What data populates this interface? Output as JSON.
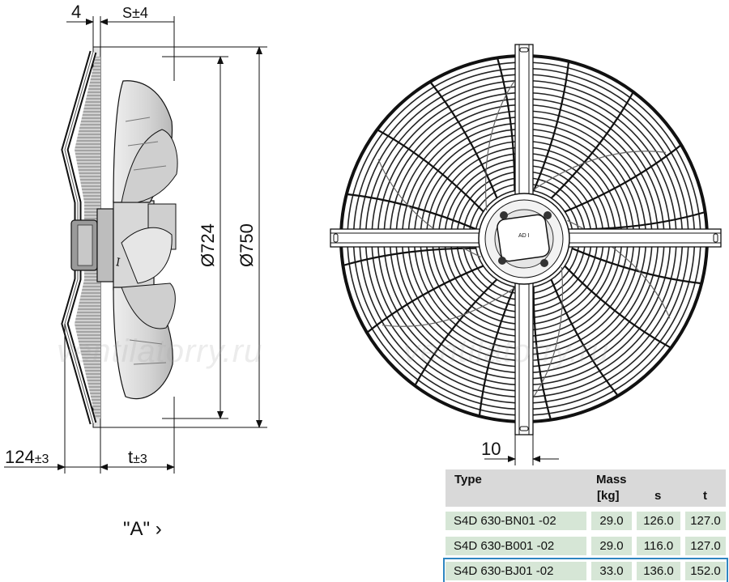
{
  "dimensions": {
    "flange_thickness": "4",
    "s_dim": "S±4",
    "inner_diameter": "Ø724",
    "outer_diameter": "Ø750",
    "depth": "124",
    "depth_tol": "±3",
    "t_dim": "t",
    "t_tol": "±3",
    "bracket_width": "10"
  },
  "watermarks": [
    "ventilatorry.ru",
    "ventilatorry.ru"
  ],
  "view_label": "\"A\" ›",
  "motor_label": "AD I",
  "table": {
    "headers": {
      "type": "Type",
      "mass_line1": "Mass",
      "mass_line2": "[kg]",
      "s": "s",
      "t": "t"
    },
    "rows": [
      {
        "type": "S4D 630-BN01 -02",
        "mass": "29.0",
        "s": "126.0",
        "t": "127.0"
      },
      {
        "type": "S4D 630-B001 -02",
        "mass": "29.0",
        "s": "116.0",
        "t": "127.0"
      },
      {
        "type": "S4D 630-BJ01 -02",
        "mass": "33.0",
        "s": "136.0",
        "t": "152.0"
      }
    ],
    "selected_row": 2
  },
  "colors": {
    "table_header": "#d9d9d9",
    "table_cell": "#d6e6d6",
    "selection": "#2e86c1"
  }
}
